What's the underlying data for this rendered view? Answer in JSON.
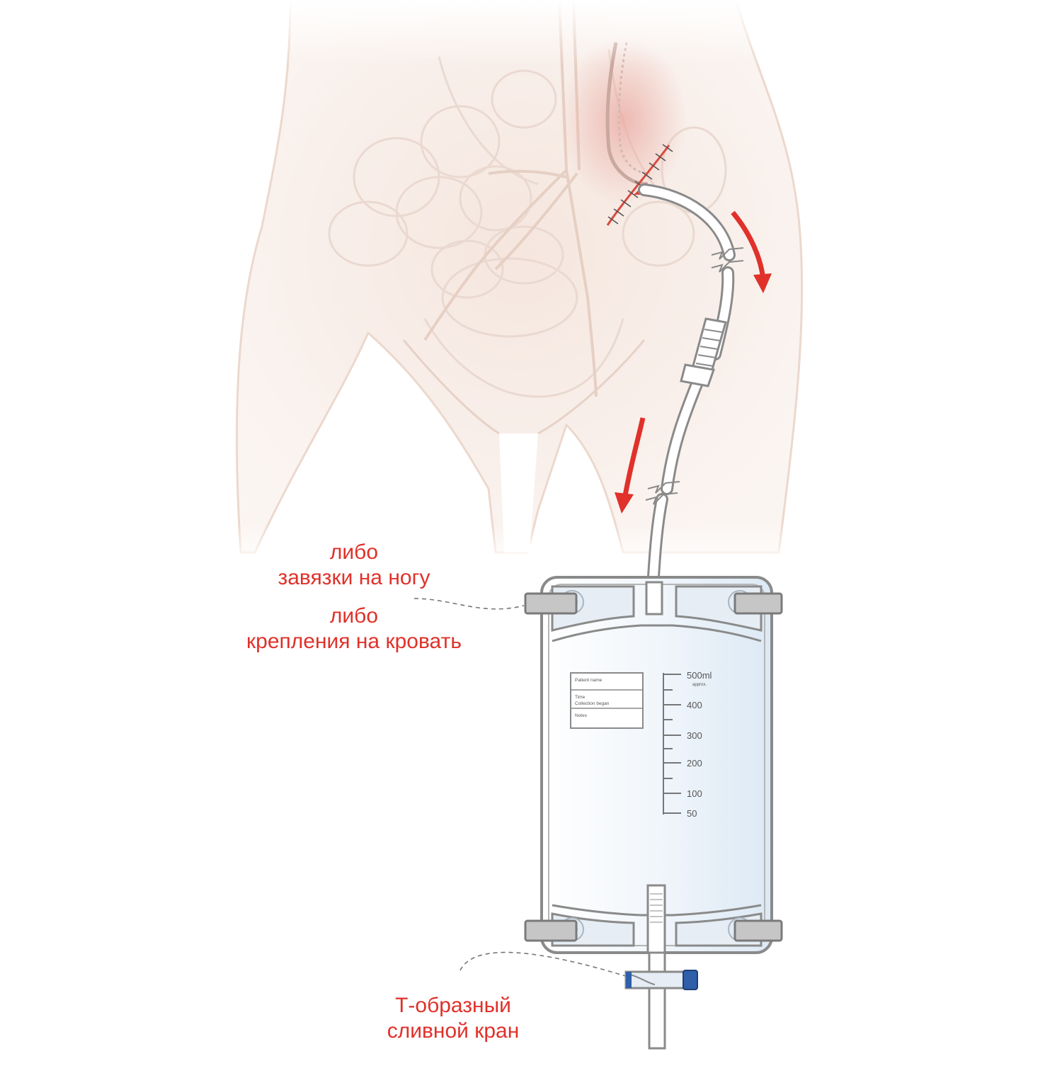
{
  "colors": {
    "accent": "#e0312a",
    "skin": "#f6ece6",
    "skin_outline": "#e8d2c6",
    "bag_outline": "#8a8a8a",
    "bag_fill": "#eef5fb",
    "strap": "#c9c9c9",
    "valve_blue": "#2f5fa8"
  },
  "callouts": {
    "leg_straps": {
      "line1": "либо",
      "line2": "завязки на ногу"
    },
    "bed_hangers": {
      "line1": "либо",
      "line2": "крепления на кровать"
    },
    "drain_tap": {
      "line1": "Т-образный",
      "line2": "сливной кран"
    }
  },
  "bag": {
    "label_card": {
      "patient_name": "Patient name",
      "time": "Time",
      "collection_began": "Collection began",
      "notes": "Notes"
    },
    "scale": {
      "max_label": "500ml",
      "max_note": "approx.",
      "marks": [
        "400",
        "300",
        "200",
        "100",
        "50"
      ]
    }
  },
  "icons": {
    "flow_arrows": "arrow-down-icon",
    "tube_break": "break-symbol-icon"
  }
}
